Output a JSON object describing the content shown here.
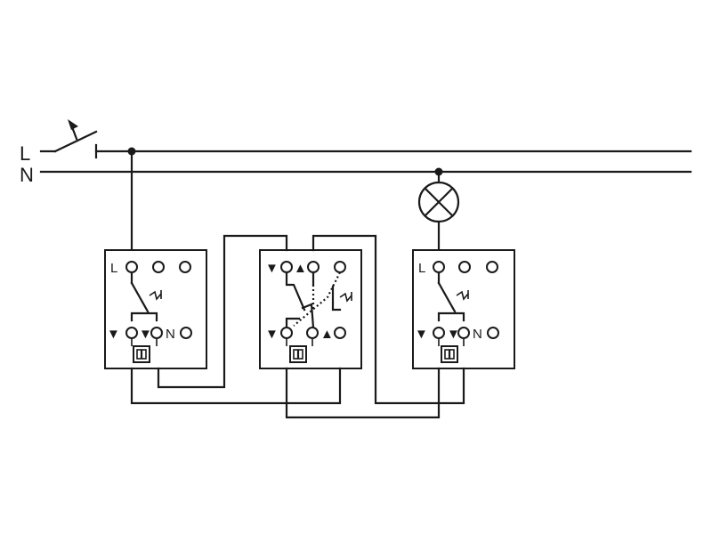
{
  "diagram": {
    "line_label": "L",
    "neutral_label": "N",
    "sw1": {
      "terminal_l": "L",
      "terminal_n": "N",
      "arrow_a": "▼",
      "arrow_b": "▼"
    },
    "sw2": {
      "arrow_top1": "▼",
      "arrow_top2": "▲",
      "arrow_bot1": "▼",
      "arrow_bot2": "▲"
    },
    "sw3": {
      "terminal_l": "L",
      "terminal_n": "N",
      "arrow_a": "▼",
      "arrow_b": "▼"
    }
  }
}
